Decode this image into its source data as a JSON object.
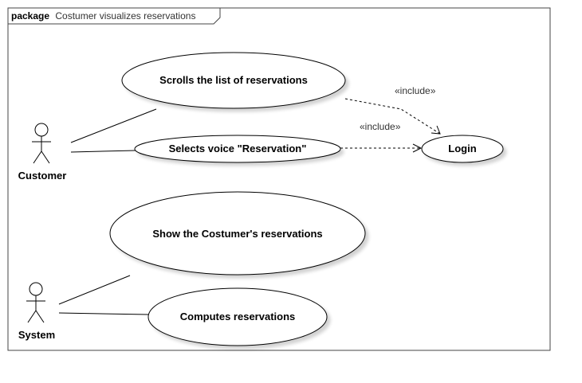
{
  "package": {
    "keyword": "package",
    "name": "Costumer visualizes reservations"
  },
  "actors": {
    "customer": "Customer",
    "system": "System"
  },
  "use_cases": {
    "scroll": "Scrolls the list of reservations",
    "select": "Selects voice \"Reservation\"",
    "login": "Login",
    "show": "Show the Costumer's reservations",
    "compute": "Computes reservations"
  },
  "relationships": {
    "include_1": "«include»",
    "include_2": "«include»"
  }
}
